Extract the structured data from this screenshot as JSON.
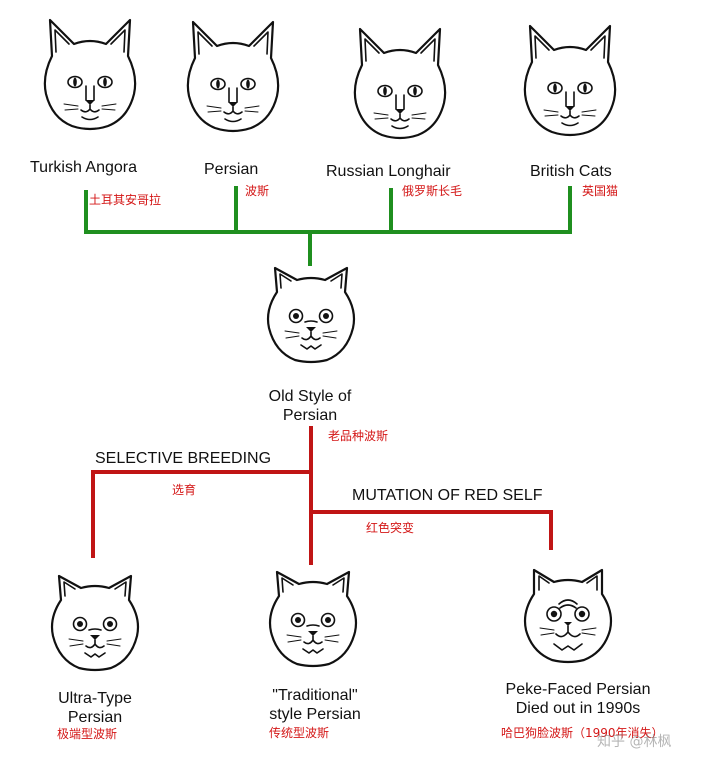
{
  "parents": [
    {
      "en": "Turkish Angora",
      "cn": "土耳其安哥拉"
    },
    {
      "en": "Persian",
      "cn": "波斯"
    },
    {
      "en": "Russian Longhair",
      "cn": "俄罗斯长毛"
    },
    {
      "en": "British Cats",
      "cn": "英国猫"
    }
  ],
  "middle": {
    "en_line1": "Old Style of",
    "en_line2": "Persian",
    "cn": "老品种波斯"
  },
  "branches": {
    "selective": {
      "en": "SELECTIVE BREEDING",
      "cn": "选育"
    },
    "mutation": {
      "en": "MUTATION OF RED SELF",
      "cn": "红色突变"
    }
  },
  "children": [
    {
      "en_line1": "Ultra-Type",
      "en_line2": "Persian",
      "cn": "极端型波斯"
    },
    {
      "en_line1": "\"Traditional\"",
      "en_line2": "style Persian",
      "cn": "传统型波斯"
    },
    {
      "en_line1": "Peke-Faced Persian",
      "en_line2": "Died out in 1990s",
      "cn": "哈巴狗脸波斯（1990年消失）"
    }
  ],
  "watermark": "知乎 @林枫",
  "colors": {
    "green_line": "#1f8f1f",
    "red_line": "#c01515",
    "chinese_label": "#d41717"
  }
}
